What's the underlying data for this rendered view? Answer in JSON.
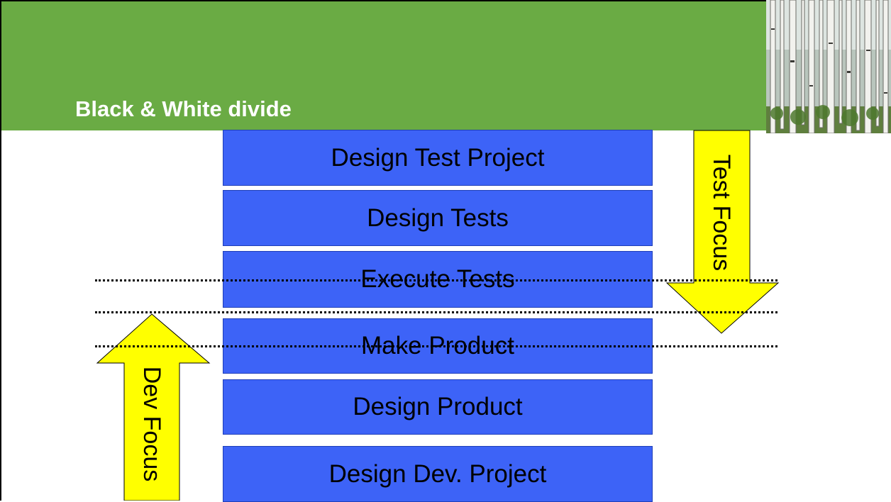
{
  "slide": {
    "title": "Black & White divide"
  },
  "steps": [
    "Design Test Project",
    "Design Tests",
    "Execute Tests",
    "Make Product",
    "Design Product",
    "Design Dev. Project"
  ],
  "arrows": {
    "test_focus": "Test Focus",
    "dev_focus": "Dev Focus"
  },
  "colors": {
    "header": "#6aab44",
    "step_box": "#3d63f7",
    "arrow": "#ffff00"
  }
}
